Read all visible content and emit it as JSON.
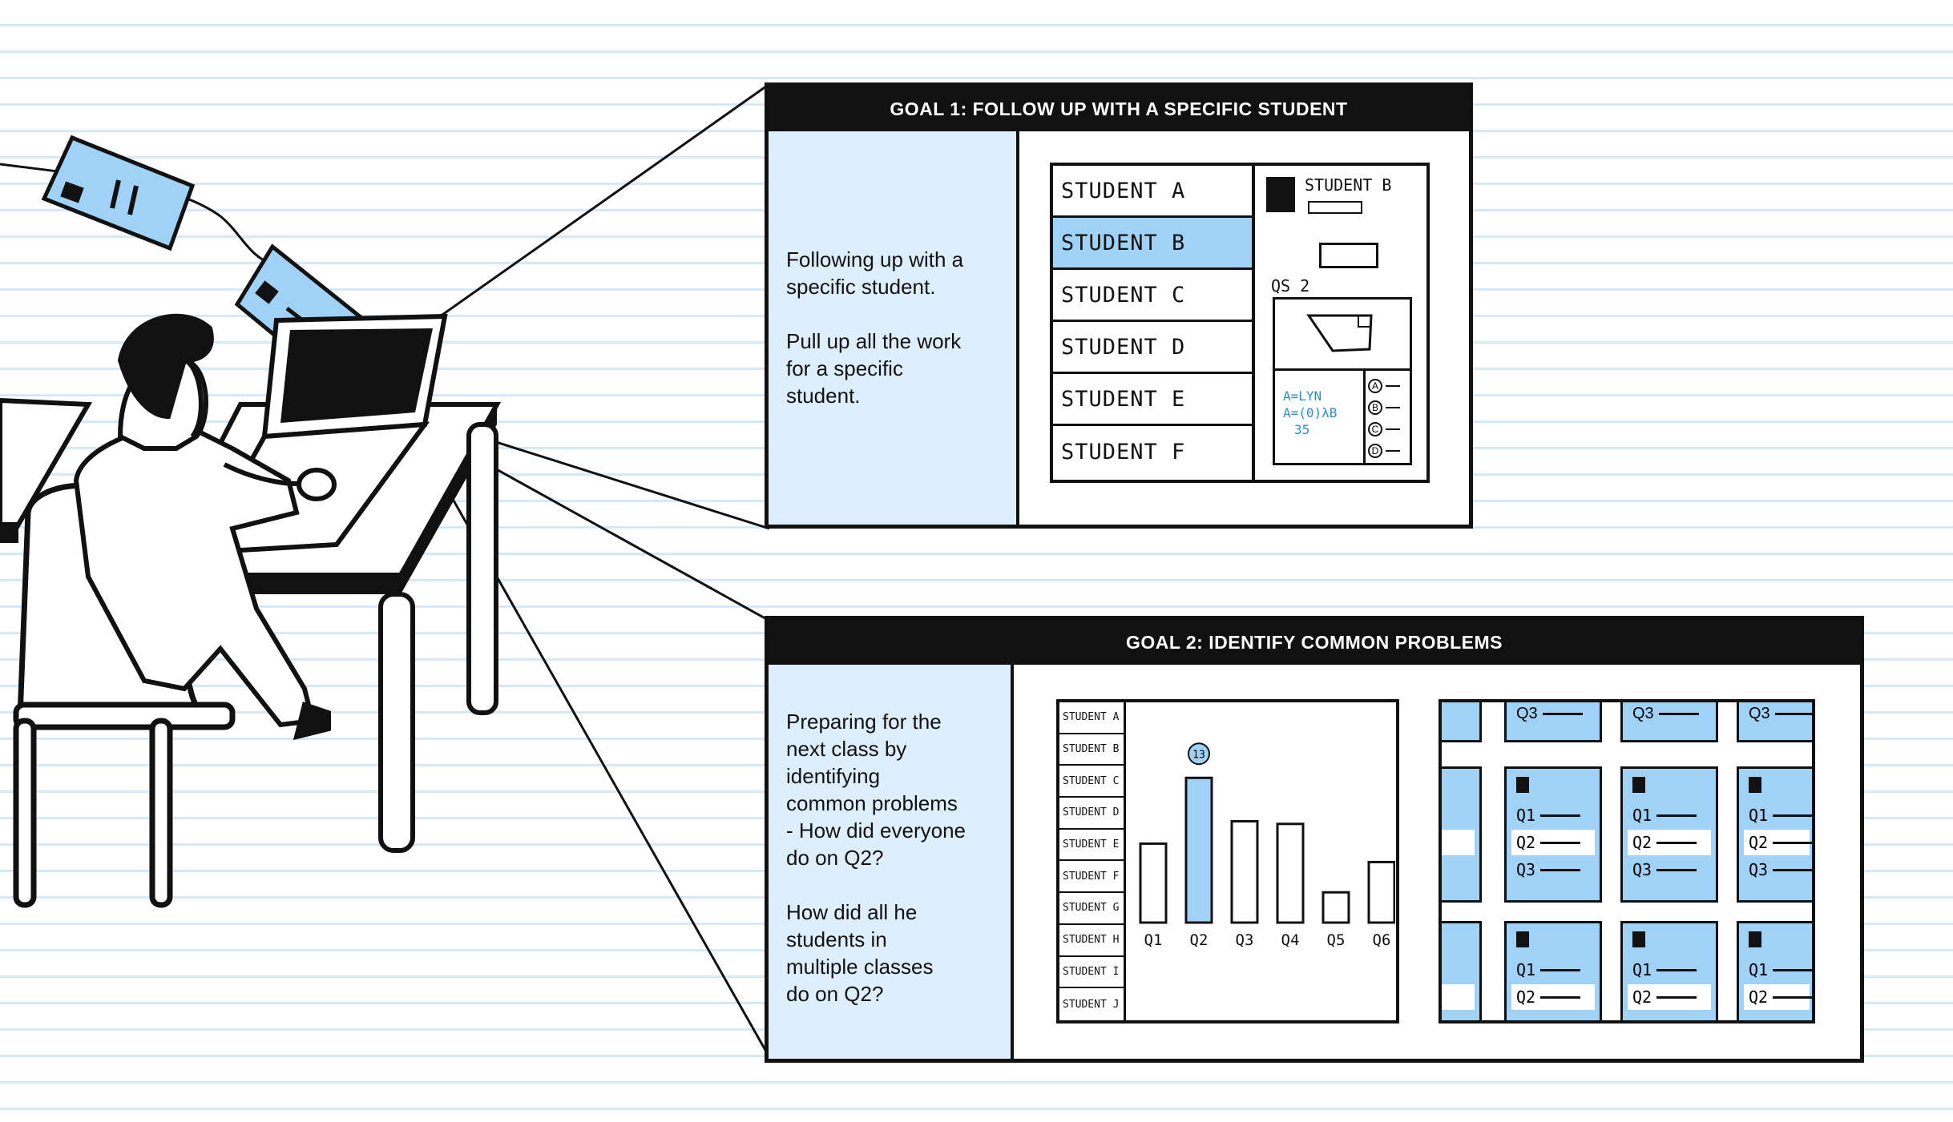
{
  "goal1": {
    "title": "GOAL 1: FOLLOW UP WITH A SPECIFIC  STUDENT",
    "description": "Following up with a\nspecific student.\n\nPull up all the work\nfor a specific\nstudent.",
    "students": [
      "STUDENT  A",
      "STUDENT  B",
      "STUDENT  C",
      "STUDENT  D",
      "STUDENT  E",
      "STUDENT  F"
    ],
    "selected_index": 1,
    "detail_student": "STUDENT  B",
    "question_label": "QS 2",
    "answer_lines": [
      "A=LYN",
      "A=(0)λB",
      "35"
    ],
    "choices": [
      "A",
      "B",
      "C",
      "D"
    ]
  },
  "goal2": {
    "title": "GOAL 2:  IDENTIFY COMMON PROBLEMS",
    "description": "Preparing for the\nnext class by\nidentifying\ncommon problems\n- How did everyone\ndo on Q2?\n\nHow did all he\nstudents in\nmultiple classes\ndo on Q2?",
    "students": [
      "STUDENT A",
      "STUDENT B",
      "STUDENT C",
      "STUDENT D",
      "STUDENT E",
      "STUDENT F",
      "STUDENT G",
      "STUDENT H",
      "STUDENT I",
      "STUDENT J"
    ],
    "bar_callout": "13",
    "card_top_label": "Q3",
    "card_q1": "Q1",
    "card_q2": "Q2",
    "card_q3": "Q3"
  },
  "chart_data": {
    "type": "bar",
    "categories": [
      "Q1",
      "Q2",
      "Q3",
      "Q4",
      "Q5",
      "Q6"
    ],
    "values": [
      6,
      11,
      7.7,
      7.5,
      2.3,
      4.6
    ],
    "highlight": "Q2",
    "highlight_color": "#9fd2f6",
    "ylim": [
      0,
      14
    ],
    "grid": false
  },
  "colors": {
    "accent_blue": "#9fd2f6",
    "panel_side": "#ddeefc",
    "ink": "#111111",
    "paper_lines": "#d6e9f8"
  }
}
